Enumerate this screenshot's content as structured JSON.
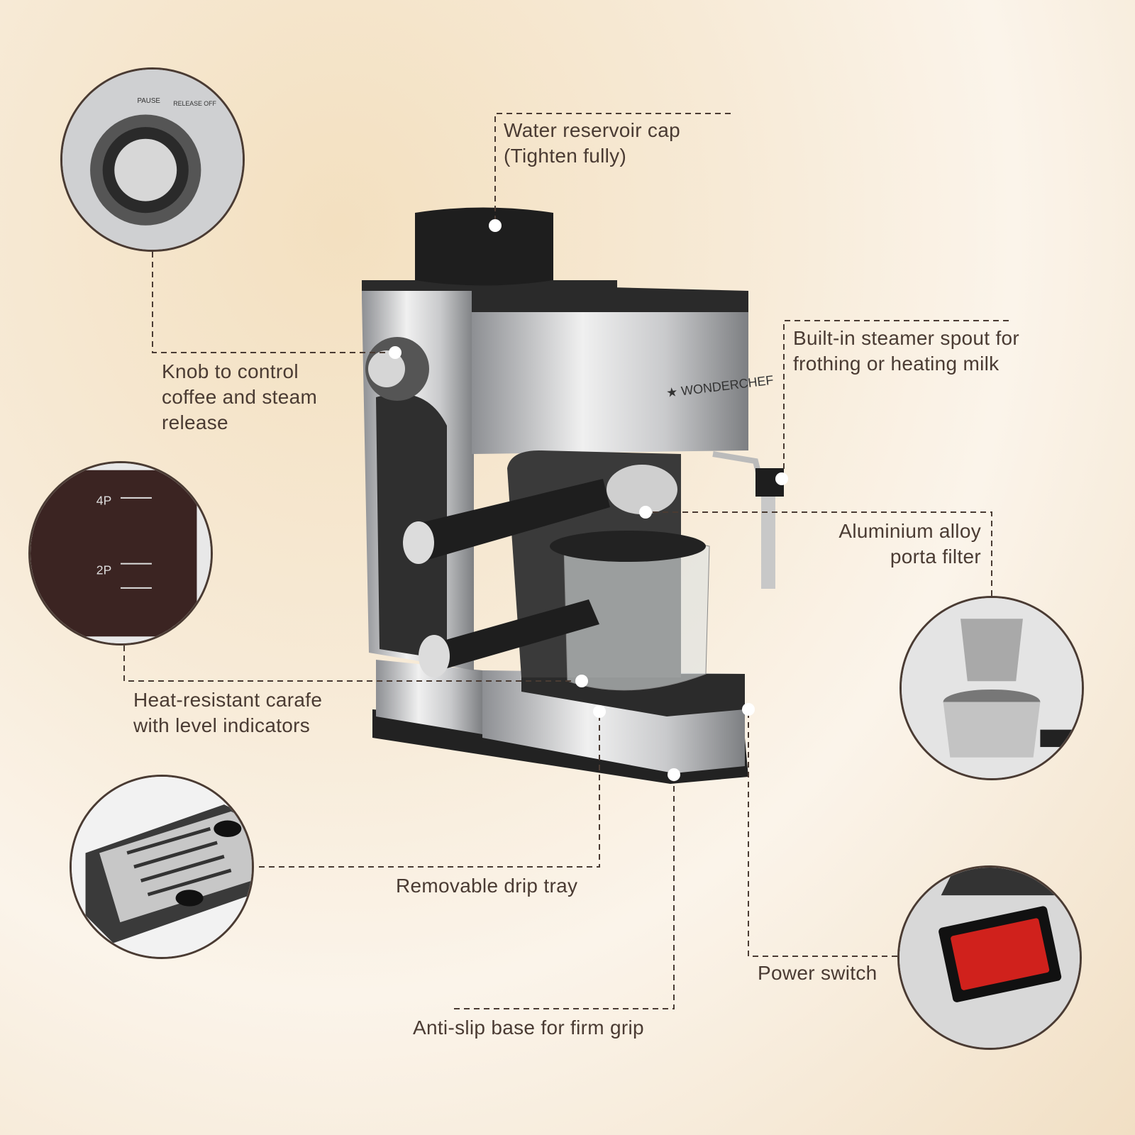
{
  "brand": "WONDERCHEF",
  "knob_markings": {
    "pause": "PAUSE",
    "release": "RELEASE OFF"
  },
  "callouts": {
    "reservoir": [
      "Water reservoir cap",
      "(Tighten fully)"
    ],
    "knob": [
      "Knob to control",
      "coffee and steam",
      "release"
    ],
    "steamer": [
      "Built-in steamer spout for",
      "frothing or heating milk"
    ],
    "porta_filter": [
      "Aluminium alloy",
      "porta filter"
    ],
    "carafe": [
      "Heat-resistant carafe",
      "with level indicators"
    ],
    "drip_tray": [
      "Removable drip tray"
    ],
    "power": [
      "Power switch"
    ],
    "base": [
      "Anti-slip base for firm grip"
    ]
  },
  "carafe_levels": [
    "4P",
    "2P"
  ],
  "colors": {
    "text": "#4a3b33",
    "background": "#f7ead6",
    "switch": "#d0211c"
  }
}
